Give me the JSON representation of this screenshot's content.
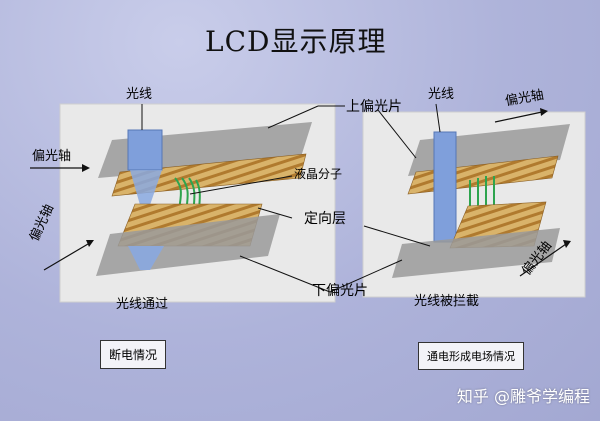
{
  "title": "LCD显示原理",
  "left_panel": {
    "light": "光线",
    "polar_axis_top": "偏光轴",
    "polar_axis_bottom": "偏光轴",
    "lc_molecule": "液晶分子",
    "caption": "光线通过",
    "state_box": "断电情况"
  },
  "center_labels": {
    "upper_polarizer": "上偏光片",
    "alignment_layer": "定向层",
    "lower_polarizer": "下偏光片"
  },
  "right_panel": {
    "light": "光线",
    "polar_axis_top": "偏光轴",
    "polar_axis_bottom": "偏光轴",
    "caption": "光线被拦截",
    "state_box": "通电形成电场情况"
  },
  "watermark": "知乎 @雕爷学编程"
}
